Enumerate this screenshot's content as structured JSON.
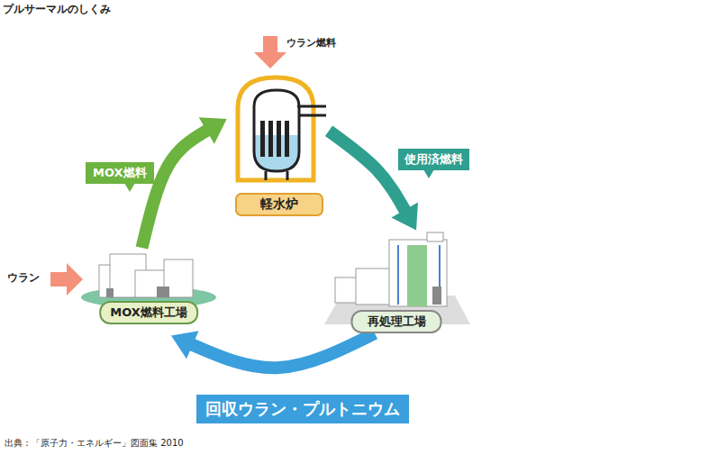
{
  "diagram": {
    "title": "プルサーマルのしくみ",
    "caption": "出典：「原子力・エネルギー」図面集 2010",
    "nodes": [
      {
        "text": [
          "軽水炉"
        ]
      },
      {
        "text": [
          "再処理工場"
        ]
      },
      {
        "text": [
          "MOX燃料工場"
        ]
      }
    ],
    "edges": [
      {
        "from": 0,
        "to": 1,
        "label": "使用済燃料",
        "arrow": "to"
      },
      {
        "from": 1,
        "to": 2,
        "label": "回収ウラン・プルトニウム",
        "arrow": "to"
      },
      {
        "from": 2,
        "to": 0,
        "label": "MOX燃料",
        "arrow": "to"
      }
    ],
    "labels": [
      "ウラン燃料",
      "ウラン"
    ]
  }
}
